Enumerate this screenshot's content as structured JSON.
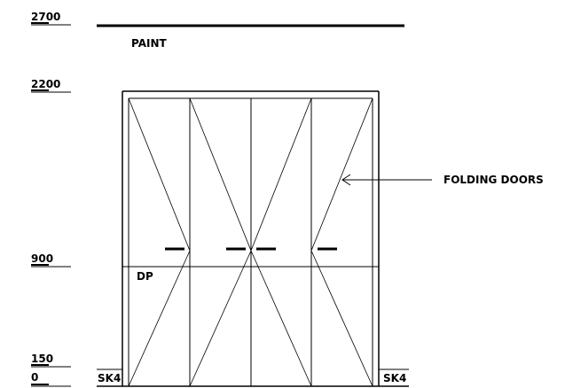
{
  "levels": [
    {
      "label": "2700"
    },
    {
      "label": "2200"
    },
    {
      "label": "900"
    },
    {
      "label": "150"
    },
    {
      "label": "0"
    }
  ],
  "notes": {
    "paint": "PAINT",
    "folding_doors": "FOLDING DOORS",
    "dp": "DP",
    "sk4_left": "SK4",
    "sk4_right": "SK4"
  }
}
